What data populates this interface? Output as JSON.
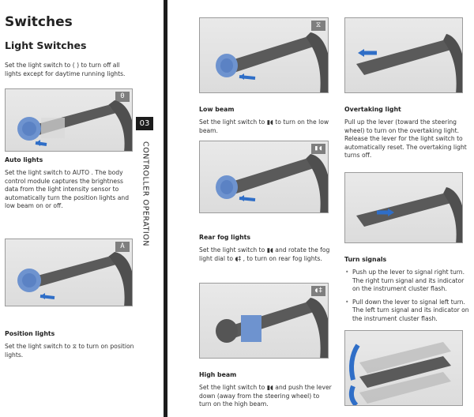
{
  "page": {
    "title": "Switches",
    "section": "Light Switches",
    "intro": "Set the light switch to ( ) to turn off all lights except for daytime running lights.",
    "chapter_number": "03",
    "chapter_title": "CONTROLLER OPERATION"
  },
  "left": {
    "panel1_badge": "0",
    "auto": {
      "title": "Auto lights",
      "text": "Set the light switch to AUTO . The body control module captures the brightness data from the light intensity sensor to automatically turn the position lights and low beam on or off."
    },
    "panel2_badge": "A",
    "position": {
      "title": "Position lights",
      "text": "Set the light switch to ⧖ to turn on position lights."
    }
  },
  "middle": {
    "panel1_badge": "⧖",
    "low": {
      "title": "Low beam",
      "text": "Set the light switch to ▮◖ to turn on the low beam."
    },
    "panel2_badge": "▮◖",
    "rear_fog": {
      "title": "Rear fog lights",
      "text": "Set the light switch to ▮◖ and rotate the fog light dial to ◖‡ , to turn on rear fog lights."
    },
    "panel3_badge": "◖‡",
    "high": {
      "title": "High beam",
      "text": "Set the light switch to ▮◖ and push the lever down (away from the steering wheel) to turn on the high beam."
    }
  },
  "right": {
    "overtake": {
      "title": "Overtaking light",
      "text": "Pull up the lever (toward the steering wheel) to turn on the overtaking light. Release the lever for the light switch to automatically reset. The overtaking light turns off."
    },
    "turn": {
      "title": "Turn signals",
      "bullets": [
        "Push up the lever to signal right turn. The right turn signal and its indicator on the instrument cluster flash.",
        "Pull down the lever to signal left turn. The left turn signal and its indicator on the instrument cluster flash."
      ]
    }
  },
  "colors": {
    "accent_blue": "#2f6ec7",
    "dial_blue": "#6e93cf",
    "lever_gray": "#6c6c6c"
  }
}
